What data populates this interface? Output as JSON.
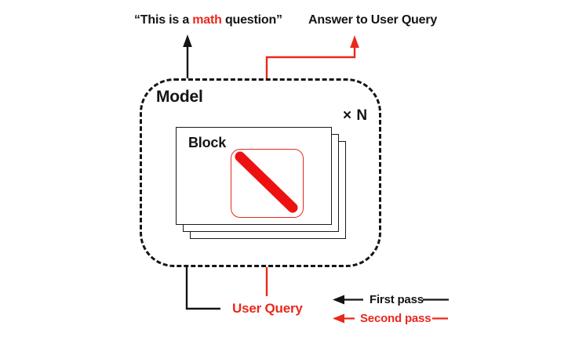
{
  "diagram": {
    "first_pass_output": {
      "prefix": "“This is a ",
      "highlight": "math",
      "suffix": " question”"
    },
    "second_pass_output": "Answer to User Query",
    "model_label": "Model",
    "repeat_label": "× N",
    "block_label": "Block",
    "user_query_label": "User Query",
    "legend": {
      "first_pass": "First pass",
      "second_pass": "Second pass"
    },
    "colors": {
      "accent_red": "#e8291c",
      "slash_red": "#ee1111",
      "ink_black": "#141414"
    }
  }
}
